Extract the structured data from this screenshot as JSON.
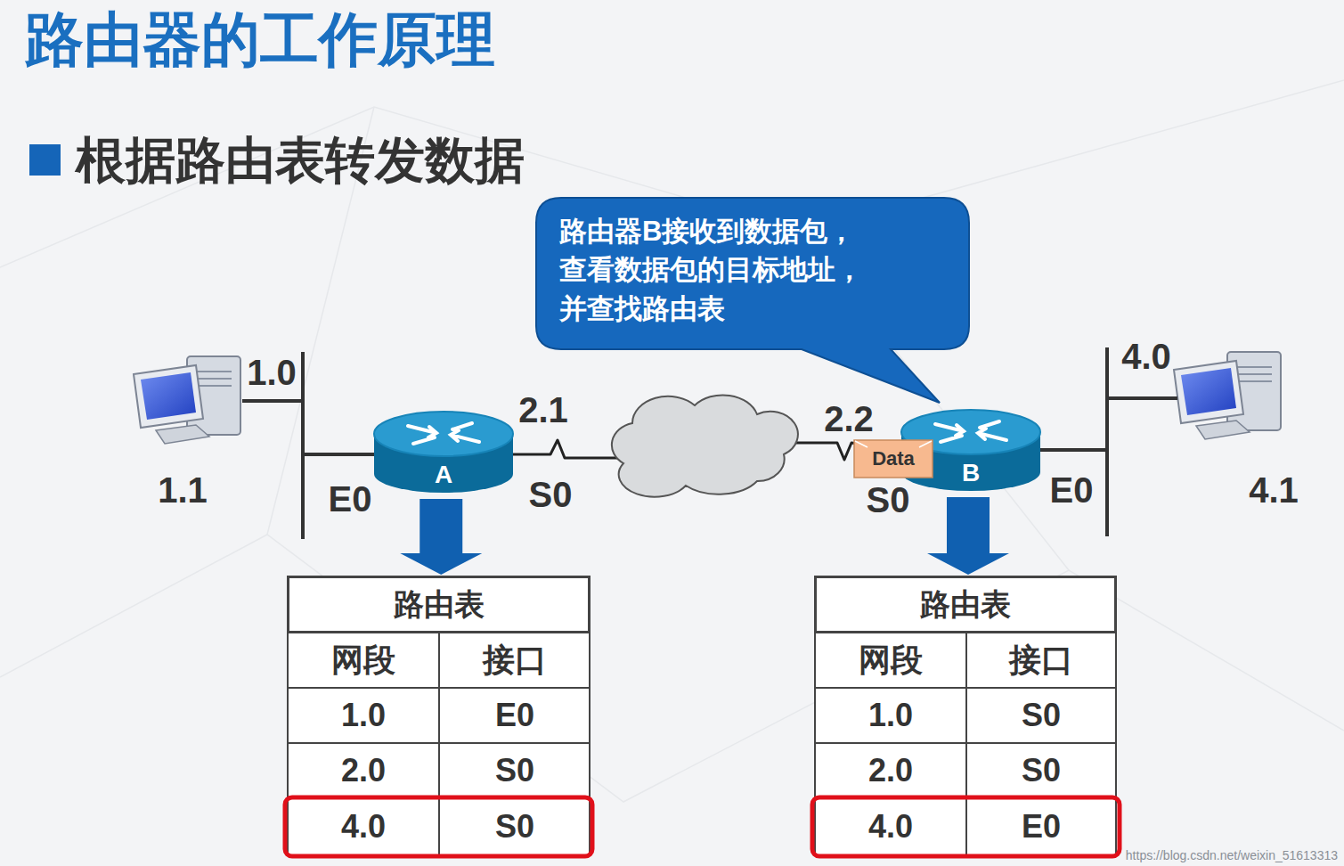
{
  "diagram": {
    "title": "路由器的工作原理",
    "nodes": [
      {
        "text": [
          "路由器B接收到数据包， 查看数据包的目标地址， 并查找路由表"
        ]
      },
      {
        "text": [
          "A"
        ]
      },
      {
        "text": [
          "B"
        ]
      },
      {
        "text": [
          "Data"
        ]
      },
      {
        "text": [
          "路由表"
        ]
      },
      {
        "text": [
          "路由表"
        ]
      }
    ],
    "edges": [
      {
        "from": 1,
        "to": 2,
        "arrow": "none"
      },
      {
        "from": 1,
        "to": 4,
        "arrow": "to"
      },
      {
        "from": 2,
        "to": 5,
        "arrow": "to"
      }
    ],
    "labels": [
      "根据路由表转发数据",
      "1.0",
      "2.1",
      "2.2",
      "4.0",
      "1.1",
      "E0",
      "S0",
      "S0",
      "E0",
      "4.1",
      "网段",
      "接口",
      "1.0",
      "E0",
      "2.0",
      "S0",
      "4.0",
      "S0",
      "网段",
      "接口",
      "1.0",
      "S0",
      "2.0",
      "S0",
      "4.0",
      "E0",
      "https://blog.csdn.net/weixin_51613313"
    ]
  }
}
